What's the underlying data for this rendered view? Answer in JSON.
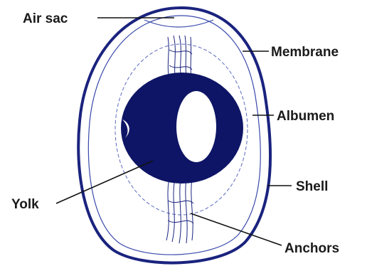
{
  "diagram": {
    "labels": {
      "air_sac": "Air sac",
      "membrane": "Membrane",
      "albumen": "Albumen",
      "shell": "Shell",
      "yolk": "Yolk",
      "anchors": "Anchors"
    },
    "colors": {
      "yolk": "#0e1566",
      "outline": "#1a237e",
      "line": "#111111",
      "background": "#ffffff"
    }
  }
}
